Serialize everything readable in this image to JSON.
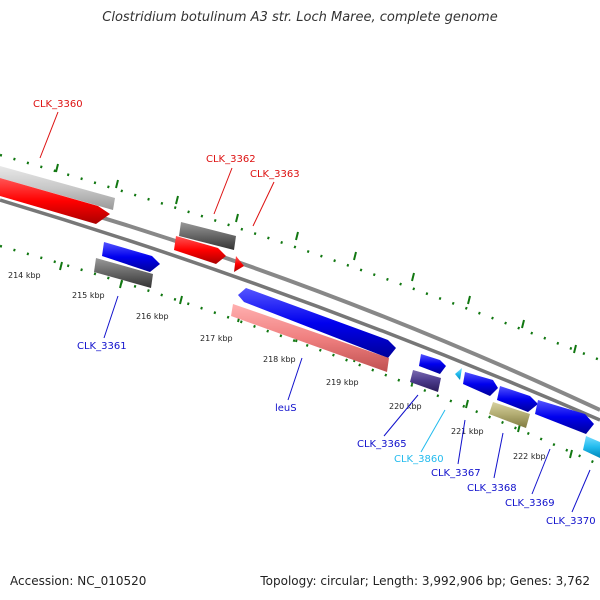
{
  "title": "Clostridium botulinum A3 str. Loch Maree, complete genome",
  "footer": {
    "accession": "Accession: NC_010520",
    "topology": "Topology: circular; Length: 3,992,906 bp; Genes: 3,762"
  },
  "ticks": [
    "214 kbp",
    "215 kbp",
    "216 kbp",
    "217 kbp",
    "218 kbp",
    "219 kbp",
    "220 kbp",
    "221 kbp",
    "222 kbp"
  ],
  "genes": [
    {
      "label": "CLK_3360",
      "color": "#dd1111"
    },
    {
      "label": "CLK_3362",
      "color": "#dd1111"
    },
    {
      "label": "CLK_3363",
      "color": "#dd1111"
    },
    {
      "label": "CLK_3361",
      "color": "#1111cc"
    },
    {
      "label": "leuS",
      "color": "#1111cc"
    },
    {
      "label": "CLK_3365",
      "color": "#1111cc"
    },
    {
      "label": "CLK_3860",
      "color": "#22bbee"
    },
    {
      "label": "CLK_3367",
      "color": "#1111cc"
    },
    {
      "label": "CLK_3368",
      "color": "#1111cc"
    },
    {
      "label": "CLK_3369",
      "color": "#1111cc"
    },
    {
      "label": "CLK_3370",
      "color": "#1111cc"
    }
  ],
  "colors": {
    "backbone": "#888888",
    "tick_green": "#117711",
    "red_feature": "#ff0000",
    "blue_feature": "#0000ee",
    "gray_feature": "#666666",
    "light_gray_feature": "#c8c8c8",
    "pink_feature": "#f08080",
    "indigo_feature": "#4a3a8a",
    "olive_feature": "#b0aa70",
    "cyan_feature": "#22bbee"
  }
}
